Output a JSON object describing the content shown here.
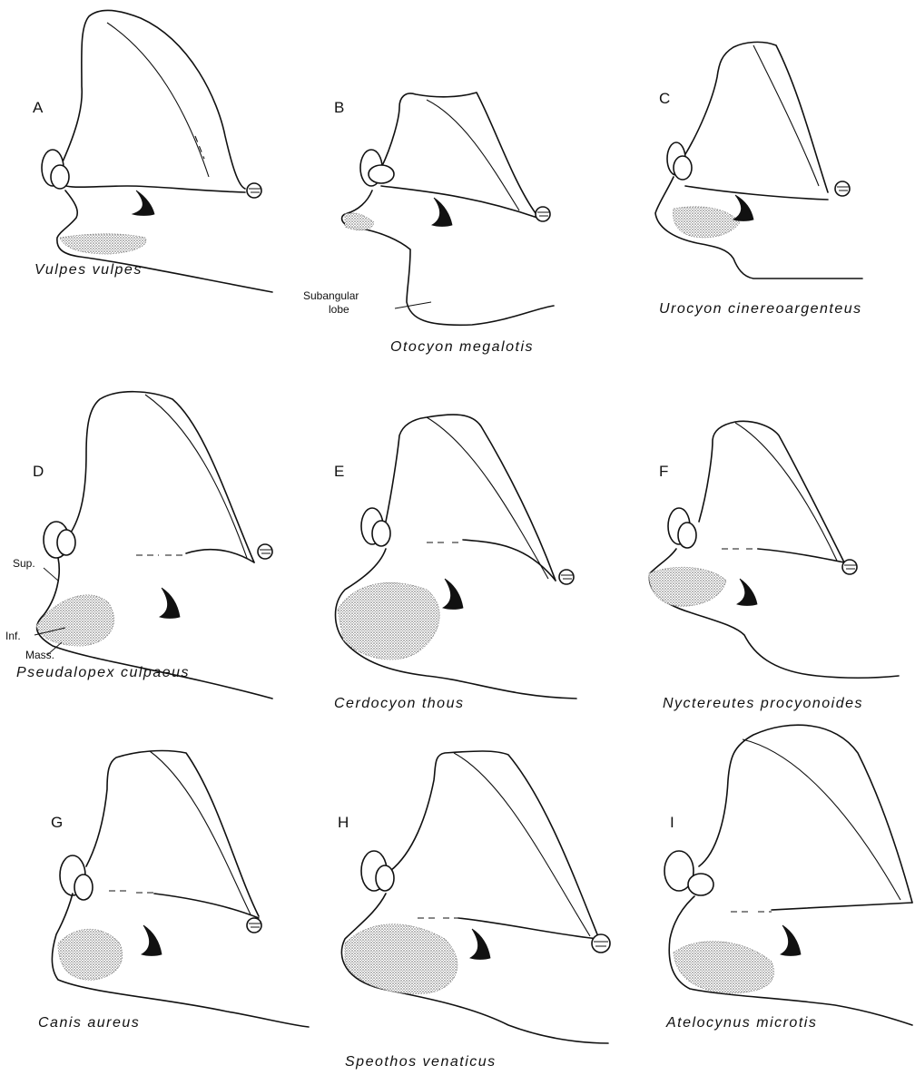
{
  "panels": [
    {
      "letter": "A",
      "species": "Vulpes vulpes"
    },
    {
      "letter": "B",
      "species": "Otocyon megalotis"
    },
    {
      "letter": "C",
      "species": "Urocyon cinereoargenteus"
    },
    {
      "letter": "D",
      "species": "Pseudalopex culpaeus"
    },
    {
      "letter": "E",
      "species": "Cerdocyon thous"
    },
    {
      "letter": "F",
      "species": "Nyctereutes procyonoides"
    },
    {
      "letter": "G",
      "species": "Canis aureus"
    },
    {
      "letter": "H",
      "species": "Speothos venaticus"
    },
    {
      "letter": "I",
      "species": "Atelocynus microtis"
    }
  ],
  "annotations": {
    "subangular_line1": "Subangular",
    "subangular_line2": "lobe",
    "sup": "Sup.",
    "inf": "Inf.",
    "mass": "Mass."
  }
}
